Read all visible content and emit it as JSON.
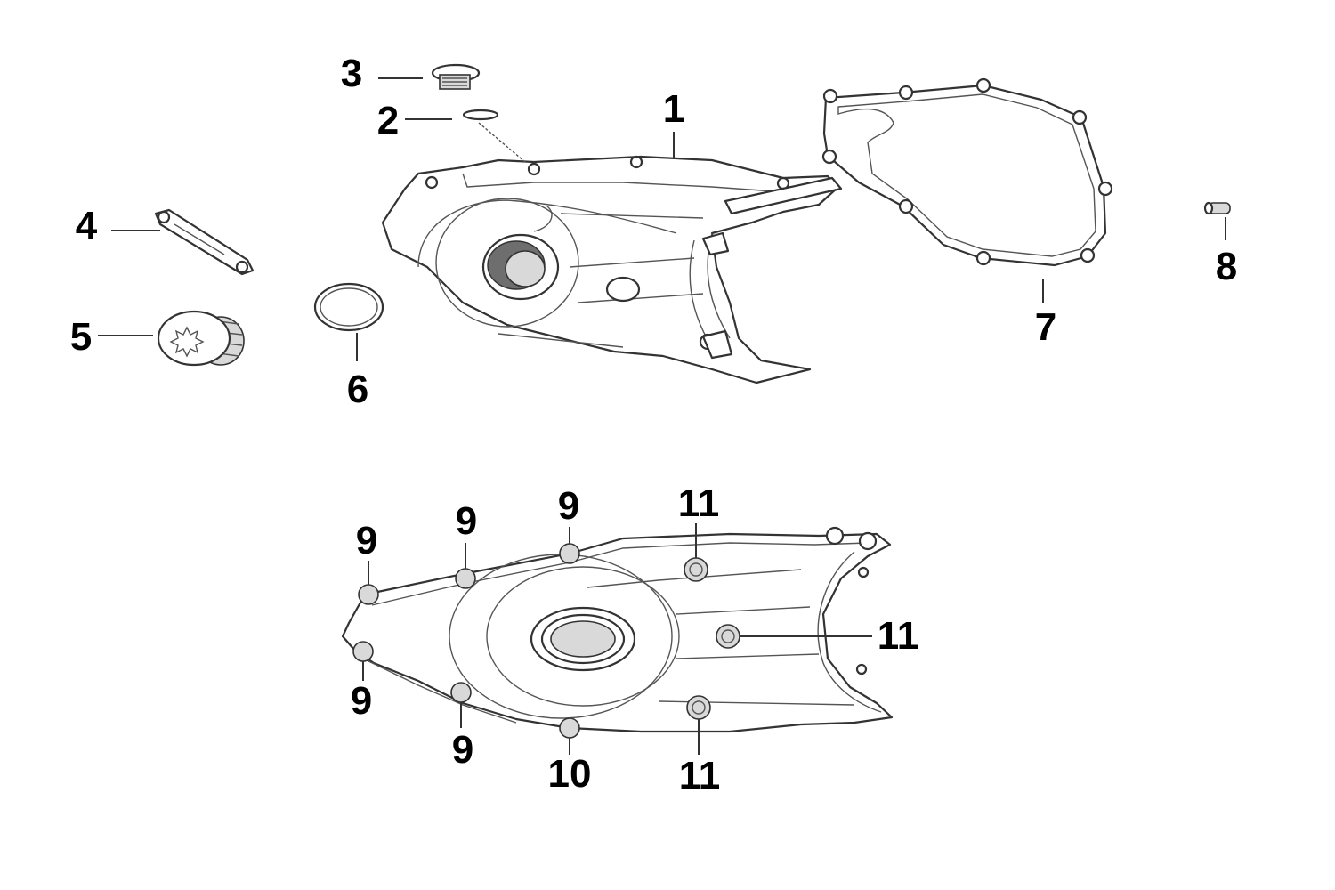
{
  "diagram": {
    "callouts": {
      "c1": "1",
      "c2": "2",
      "c3": "3",
      "c4": "4",
      "c5": "5",
      "c6": "6",
      "c7": "7",
      "c8": "8",
      "c9a": "9",
      "c9b": "9",
      "c9c": "9",
      "c9d": "9",
      "c9e": "9",
      "c10": "10",
      "c11a": "11",
      "c11b": "11",
      "c11c": "11"
    }
  }
}
